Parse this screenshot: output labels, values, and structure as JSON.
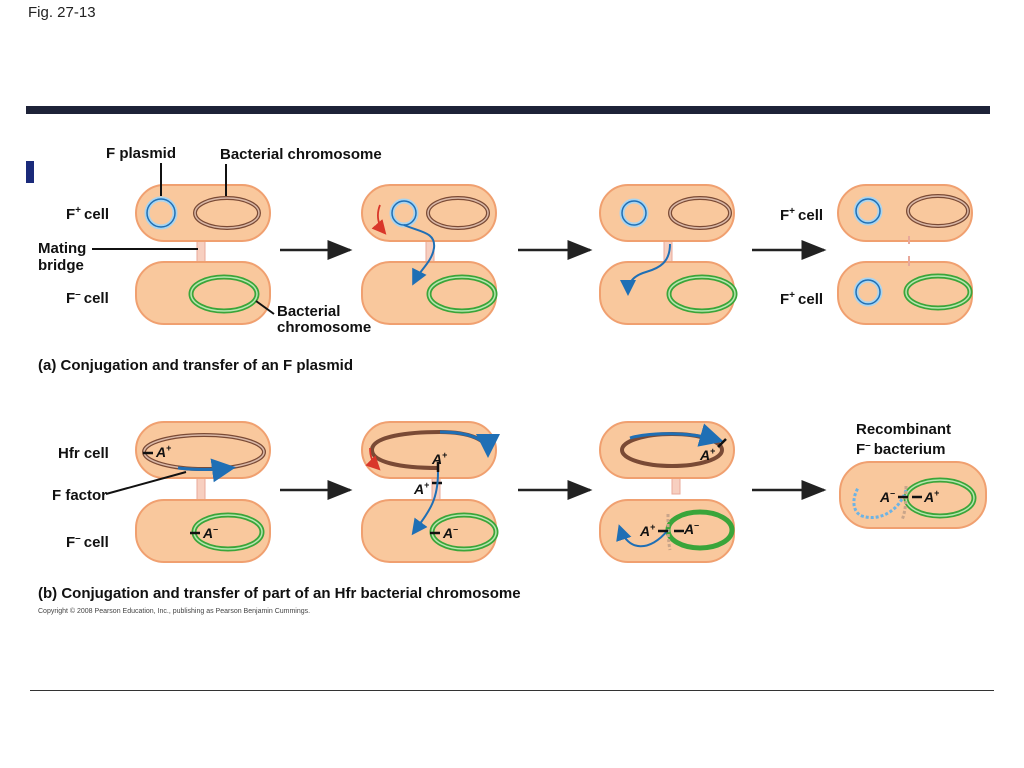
{
  "figure_label": "Fig. 27-13",
  "copyright": "Copyright © 2008 Pearson Education, Inc., publishing as Pearson Benjamin Cummings.",
  "panel_a": {
    "caption": "(a) Conjugation and transfer of an F plasmid",
    "f_plasmid": "F plasmid",
    "bacterial_chromosome_top": "Bacterial chromosome",
    "f_plus_cell": "F",
    "f_plus_sup": "+",
    "cell_word": "cell",
    "mating_bridge_1": "Mating",
    "mating_bridge_2": "bridge",
    "f_minus_cell": "F",
    "f_minus_sup": "–",
    "bacterial_chromosome_bottom_1": "Bacterial",
    "bacterial_chromosome_bottom_2": "chromosome",
    "result_top": "F",
    "result_top_sup": "+",
    "result_bottom": "F",
    "result_bottom_sup": "+"
  },
  "panel_b": {
    "caption": "(b) Conjugation and transfer of part of an Hfr bacterial chromosome",
    "hfr_cell": "Hfr cell",
    "f_factor": "F factor",
    "f_minus_cell": "F",
    "f_minus_sup": "–",
    "cell_word": "cell",
    "recombinant_1": "Recombinant",
    "recombinant_2": "F",
    "recombinant_2_sup": "–",
    "recombinant_2_word": "bacterium",
    "gene": "A",
    "plus": "+",
    "minus": "–"
  }
}
